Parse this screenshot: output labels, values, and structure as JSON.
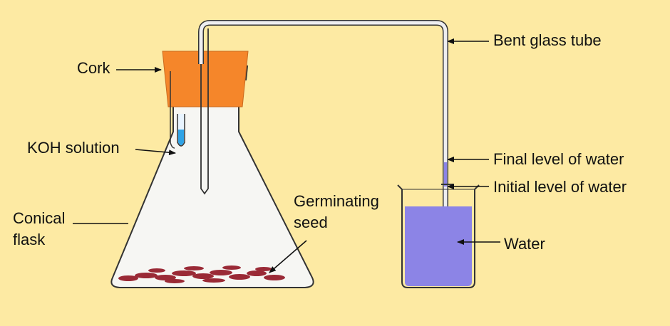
{
  "labels": {
    "cork": "Cork",
    "koh_solution": "KOH solution",
    "conical_flask_line1": "Conical",
    "conical_flask_line2": "flask",
    "germinating_seed_line1": "Germinating",
    "germinating_seed_line2": "seed",
    "bent_glass_tube": "Bent glass tube",
    "final_level": "Final level of water",
    "initial_level": "Initial level of water",
    "water": "Water"
  },
  "colors": {
    "background": "#fdeaa3",
    "cork": "#f5862a",
    "water": "#8c84e6",
    "seeds": "#9a2a36",
    "koh": "#2fa3e6",
    "glass_outline": "#333333"
  }
}
